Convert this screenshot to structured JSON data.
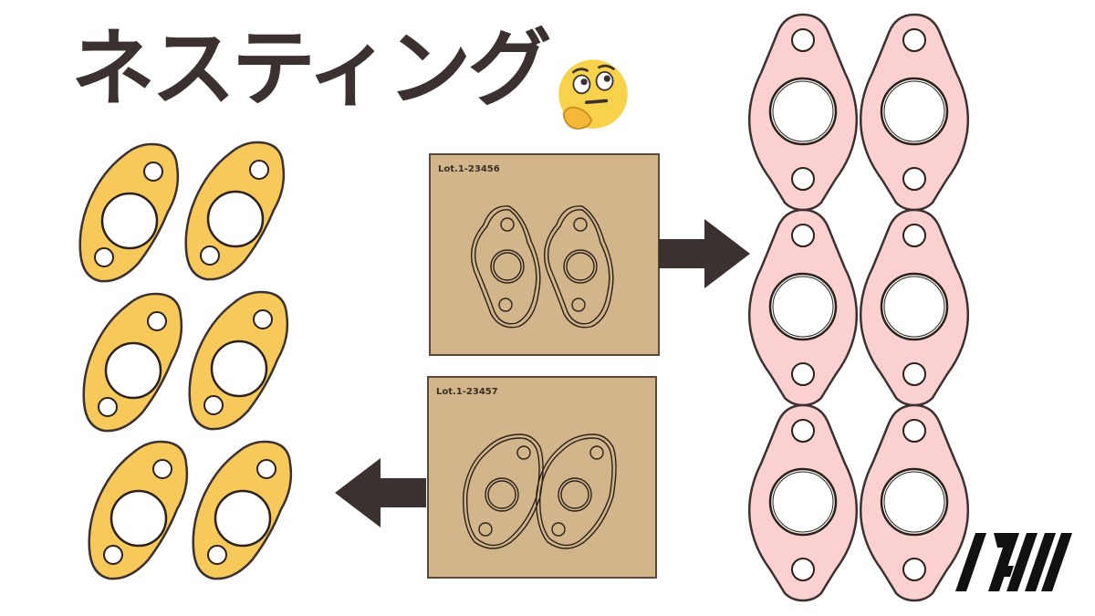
{
  "title": "ネスティング",
  "emoji_icon": "thinking-face-emoji",
  "boards": [
    {
      "lot_label": "Lot.1-23456",
      "flow_direction": "right"
    },
    {
      "lot_label": "Lot.1-23457",
      "flow_direction": "left"
    }
  ],
  "colors": {
    "text": "#3b3130",
    "board": "#d2b58b",
    "gasket_yellow": "#f7c95b",
    "gasket_pink": "#fbd0d0",
    "arrow": "#3b3130"
  }
}
